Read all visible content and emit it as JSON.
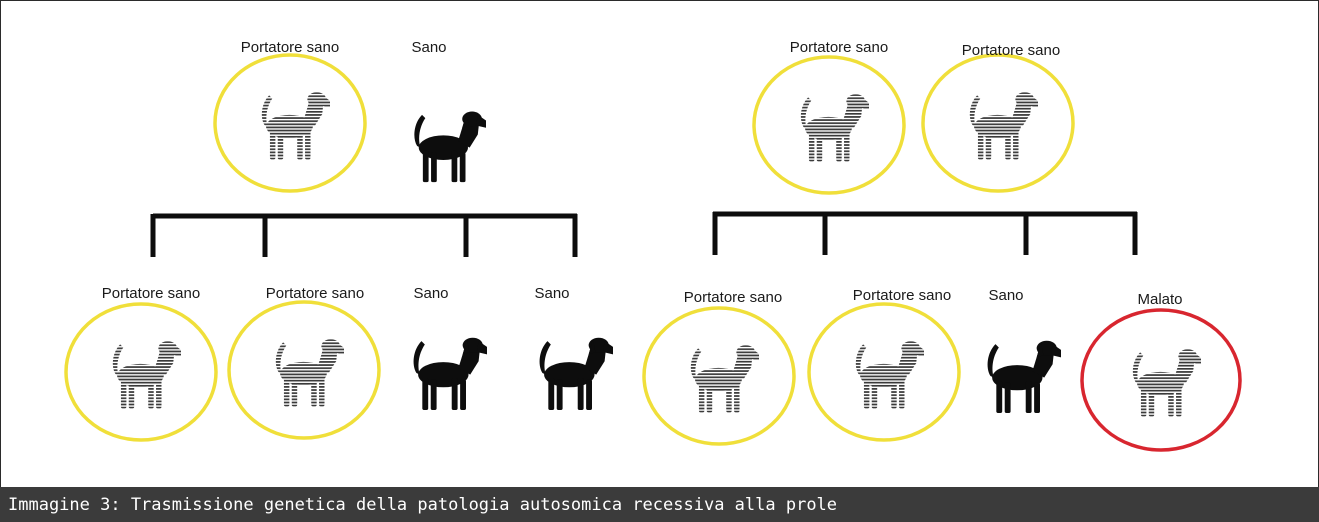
{
  "family_left": {
    "parents": [
      {
        "label": "Portatore sano",
        "status": "carrier"
      },
      {
        "label": "Sano",
        "status": "healthy"
      }
    ],
    "offspring": [
      {
        "label": "Portatore sano",
        "status": "carrier"
      },
      {
        "label": "Portatore sano",
        "status": "carrier"
      },
      {
        "label": "Sano",
        "status": "healthy"
      },
      {
        "label": "Sano",
        "status": "healthy"
      }
    ]
  },
  "family_right": {
    "parents": [
      {
        "label": "Portatore sano",
        "status": "carrier"
      },
      {
        "label": "Portatore sano",
        "status": "carrier"
      }
    ],
    "offspring": [
      {
        "label": "Portatore sano",
        "status": "carrier"
      },
      {
        "label": "Portatore sano",
        "status": "carrier"
      },
      {
        "label": "Sano",
        "status": "healthy"
      },
      {
        "label": "Malato",
        "status": "affected"
      }
    ]
  },
  "colors": {
    "carrier_ring": "#f0df3a",
    "affected_ring": "#d8262f",
    "healthy_dog": "#0d0d0d",
    "striped_dog": "#3a3a3a",
    "connector": "#0d0d0d",
    "caption_bg": "#3b3b3b"
  },
  "icons": {
    "dog": "dog-silhouette-icon",
    "ring": "ring-icon"
  },
  "caption": "Immagine 3: Trasmissione genetica della patologia autosomica recessiva alla prole"
}
